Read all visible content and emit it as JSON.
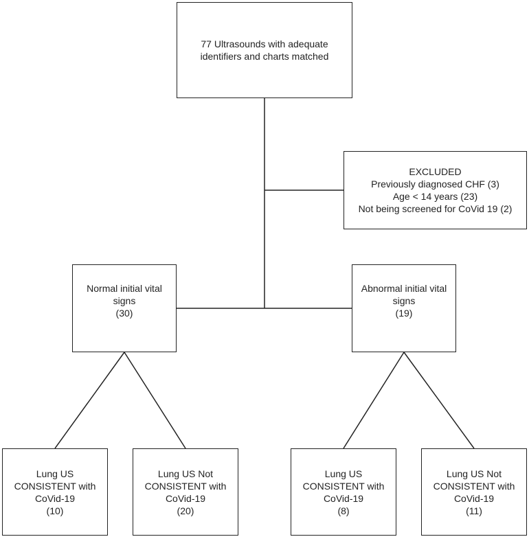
{
  "nodes": {
    "top": {
      "lines": [
        "77 Ultrasounds with adequate",
        "identifiers and charts matched"
      ]
    },
    "excluded": {
      "lines": [
        "EXCLUDED",
        "Previously diagnosed CHF (3)",
        "Age < 14 years (23)",
        "Not being screened for CoVid 19 (2)"
      ]
    },
    "normal": {
      "lines": [
        "Normal initial vital",
        "signs",
        "(30)"
      ]
    },
    "abnormal": {
      "lines": [
        "Abnormal initial vital",
        "signs",
        "(19)"
      ]
    },
    "normal_consistent": {
      "lines": [
        "Lung US",
        "CONSISTENT with",
        "CoVid-19",
        "(10)"
      ]
    },
    "normal_not_consistent": {
      "lines": [
        "Lung US Not",
        "CONSISTENT with",
        "CoVid-19",
        "(20)"
      ]
    },
    "abnormal_consistent": {
      "lines": [
        "Lung US",
        "CONSISTENT with",
        "CoVid-19",
        "(8)"
      ]
    },
    "abnormal_not_consistent": {
      "lines": [
        "Lung US Not",
        "CONSISTENT with",
        "CoVid-19",
        "(11)"
      ]
    }
  },
  "colors": {
    "line": "#222222",
    "text": "#222222",
    "background": "#ffffff"
  }
}
